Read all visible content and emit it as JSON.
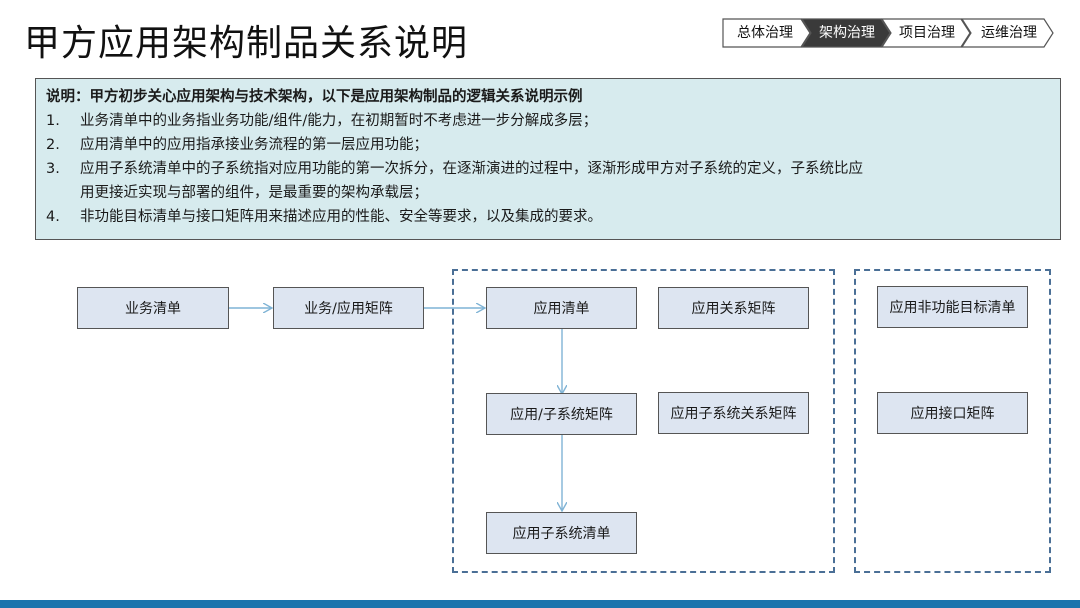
{
  "title": "甲方应用架构制品关系说明",
  "breadcrumb": [
    {
      "label": "总体治理",
      "active": false
    },
    {
      "label": "架构治理",
      "active": true
    },
    {
      "label": "项目治理",
      "active": false
    },
    {
      "label": "运维治理",
      "active": false
    }
  ],
  "note": {
    "heading": "说明：甲方初步关心应用架构与技术架构，以下是应用架构制品的逻辑关系说明示例",
    "items": [
      {
        "num": "1.",
        "lines": [
          "业务清单中的业务指业务功能/组件/能力，在初期暂时不考虑进一步分解成多层；"
        ]
      },
      {
        "num": "2.",
        "lines": [
          "应用清单中的应用指承接业务流程的第一层应用功能；"
        ]
      },
      {
        "num": "3.",
        "lines": [
          "应用子系统清单中的子系统指对应用功能的第一次拆分，在逐渐演进的过程中，逐渐形成甲方对子系统的定义，子系统比应",
          "用更接近实现与部署的组件，是最重要的架构承载层；"
        ]
      },
      {
        "num": "4.",
        "lines": [
          "非功能目标清单与接口矩阵用来描述应用的性能、安全等要求，以及集成的要求。"
        ]
      }
    ]
  },
  "diagram": {
    "business_list": "业务清单",
    "business_app_matrix": "业务/应用矩阵",
    "app_list": "应用清单",
    "app_relation_matrix": "应用关系矩阵",
    "app_subsystem_matrix": "应用/子系统矩阵",
    "app_subsystem_relation_matrix": "应用子系统关系矩阵",
    "app_subsystem_list": "应用子系统清单",
    "app_nonfunctional_list": "应用非功能目标清单",
    "app_interface_matrix": "应用接口矩阵"
  },
  "colors": {
    "note_bg": "#d7ebee",
    "box_bg": "#dde5f1",
    "arrow": "#7fb3d5",
    "dashed_border": "#4a6f96",
    "crumb_active": "#3a3a3a",
    "bottom_bar": "#1b74ad"
  }
}
